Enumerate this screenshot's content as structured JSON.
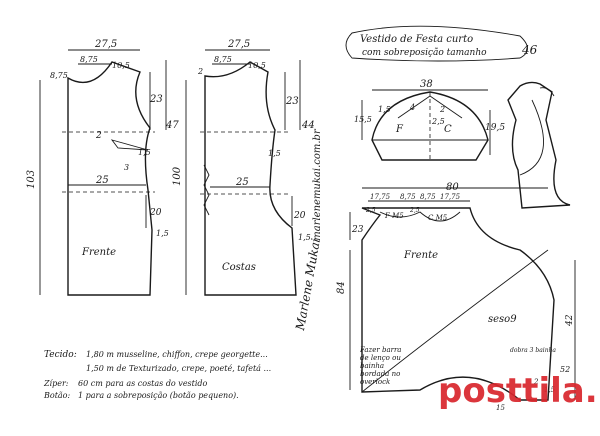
{
  "front": {
    "width": "27,5",
    "neck_w": "8,75",
    "shoulder": "10,5",
    "neck_d": "8,75",
    "armhole": "23",
    "waist_len": "47",
    "dart_a": "2",
    "dart_b": "3",
    "dart_c": "1,5",
    "total": "103",
    "waist": "25",
    "hip_d": "20",
    "side_hem": "1,5",
    "label": "Frente"
  },
  "back": {
    "width": "27,5",
    "neck_w": "8,75",
    "shoulder": "10,5",
    "neck_d": "2",
    "armhole": "23",
    "waist_len": "44",
    "total": "100",
    "waist": "25",
    "hip_d": "20",
    "side_waist": "1,5",
    "side_hem": "1,5",
    "label": "Costas"
  },
  "site_vertical": "marlenemukai.com.br",
  "signature": "Marlene Mukai",
  "title": {
    "line1": "Vestido de Festa curto",
    "line2": "com sobreposição tamanho",
    "size": "46"
  },
  "sleeve": {
    "width": "38",
    "cap": "15,5",
    "half": "1,5",
    "side": "19,5",
    "f": "F",
    "c": "C",
    "n1": "4",
    "n2": "2",
    "n3": "2,5"
  },
  "overlay": {
    "width": "80",
    "sub_a": "17,75",
    "sub_b": "8,75",
    "sub_c": "8,75",
    "sub_d": "17,75",
    "neck_l": "2,5",
    "neck_r": "2,5",
    "fm": "F M5",
    "cm": "C M5",
    "side": "23",
    "total": "84",
    "label": "Frente",
    "viés": "seso9",
    "right": "42",
    "small1": "52",
    "b1": "2",
    "b2": "1,5",
    "note": "Fazer barra de lenço ou bainha bordada no overlock",
    "note2": "dobra 3 bainha",
    "cut": "15"
  },
  "materials": {
    "title": "Tecido:",
    "line1": "1,80 m  musseline, chiffon, crepe georgette...",
    "line2": "1,50 m  de Texturizado, crepe, poeté, tafetá ...",
    "zip_label": "Zíper:",
    "zip": "60 cm  para as costas do vestido",
    "btn_label": "Botão:",
    "btn": "1  para a sobreposição  (botão pequeno)."
  },
  "watermark": "posttila.ru",
  "colors": {
    "ink": "#1a1a1a",
    "watermark": "#d8262c"
  }
}
